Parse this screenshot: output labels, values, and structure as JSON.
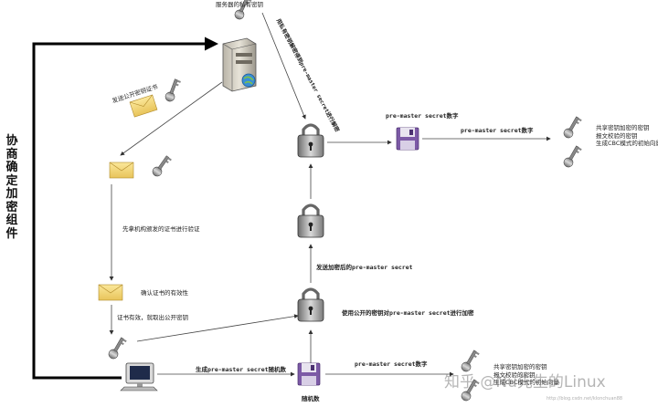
{
  "labels": {
    "server_private_key": "服务器的私有密钥",
    "send_cert": "发送公开密钥证书",
    "decrypt_note": "用私有密钥解密得到pre-master secret进行解密",
    "pre_master_num_1": "pre-master secret数字",
    "pre_master_num_2": "pre-master secret数字",
    "pre_master_num_3": "pre-master secret数字",
    "ca_verify": "先拿机构颁发的证书进行验证",
    "confirm_validity": "确认证书的有效性",
    "cert_valid_take_key": "证书有效，就取出公开密钥",
    "send_encrypted": "发送加密后的pre-master secret",
    "encrypt_with_pubkey": "使用公开的密钥对pre-master secret进行加密",
    "generate_random": "生成pre-master secret随机数",
    "random_number": "随机数",
    "side_title": "协商确定加密组件",
    "watermark": "知乎 @Nu先生的Linux",
    "watermark_url": "http://blog.csdn.net/klonchuan88"
  },
  "right_notes_top": [
    "共享密钥加密的密钥",
    "报文校验的密钥",
    "生成CBC模式的初始向量"
  ],
  "right_notes_bottom": [
    "共享密钥加密的密钥",
    "报文校验的密钥",
    "生成CBC模式的初始向量"
  ]
}
